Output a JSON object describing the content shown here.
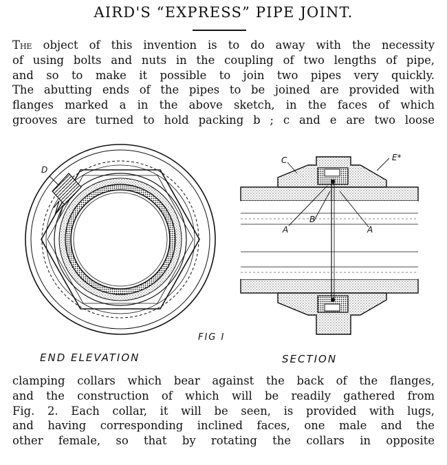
{
  "article": {
    "title": "AIRD'S “EXPRESS” PIPE JOINT.",
    "opening_word": "The",
    "intro_lines": [
      "object of this invention is to do away with the necessity",
      "of using bolts and nuts in the coupling of two lengths of pipe,",
      "and so to make it possible to join two pipes very quickly.",
      "The abutting ends of the pipes to be joined are provided with",
      "flanges marked a in the above sketch, in the faces of which",
      "grooves are turned to hold packing b ; c and e are two loose"
    ],
    "continued_lines": [
      "clamping collars which bear against the back of the flanges,",
      "and the construction of which will be readily gathered from",
      "Fig. 2.   Each collar, it will be seen, is provided with lugs,",
      "and having corresponding inclined faces, one male and the",
      "other female, so that by rotating the collars in opposite"
    ]
  },
  "figure": {
    "number_label": "FIG I",
    "left_caption": "END ELEVATION",
    "right_caption": "SECTION",
    "labels": {
      "d": "D",
      "c": "C",
      "e": "E*",
      "a_left": "A",
      "b": "B",
      "a_right": "A"
    }
  }
}
